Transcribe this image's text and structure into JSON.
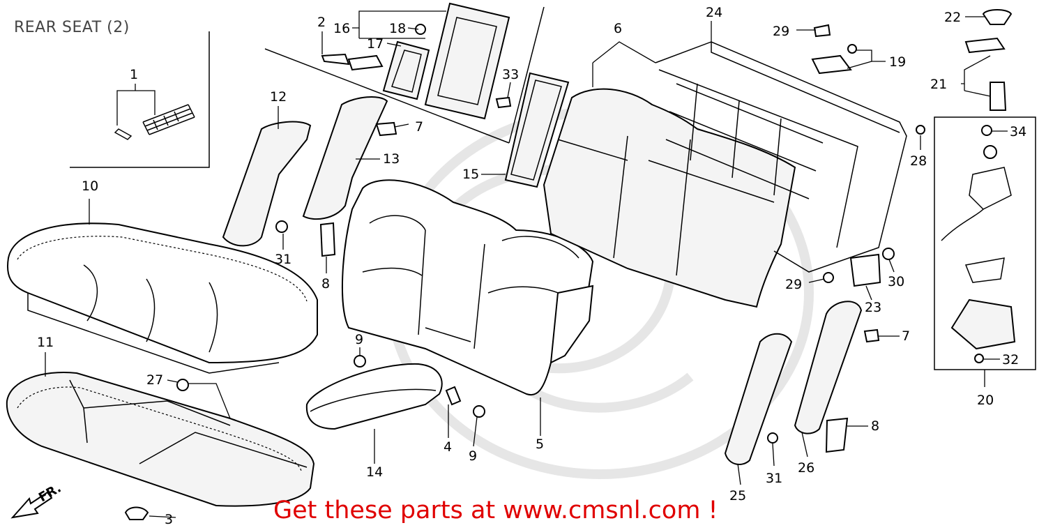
{
  "diagram": {
    "title": "REAR SEAT (2)",
    "front_indicator": "FR.",
    "promo_text": "Get these parts at www.cmsnl.com !",
    "callouts": {
      "c1": "1",
      "c2": "2",
      "c3": "3",
      "c4": "4",
      "c5": "5",
      "c6": "6",
      "c7a": "7",
      "c7b": "7",
      "c8a": "8",
      "c8b": "8",
      "c9a": "9",
      "c9b": "9",
      "c10": "10",
      "c11": "11",
      "c12": "12",
      "c13": "13",
      "c14": "14",
      "c15": "15",
      "c16": "16",
      "c17": "17",
      "c18": "18",
      "c19": "19",
      "c20": "20",
      "c21": "21",
      "c22": "22",
      "c23": "23",
      "c24": "24",
      "c25": "25",
      "c26": "26",
      "c27": "27",
      "c28": "28",
      "c29a": "29",
      "c29b": "29",
      "c30": "30",
      "c31a": "31",
      "c31b": "31",
      "c32": "32",
      "c33": "33",
      "c34": "34"
    }
  },
  "colors": {
    "promo": "#e00000",
    "ink": "#000000",
    "watermark": "#e6e6e6"
  }
}
